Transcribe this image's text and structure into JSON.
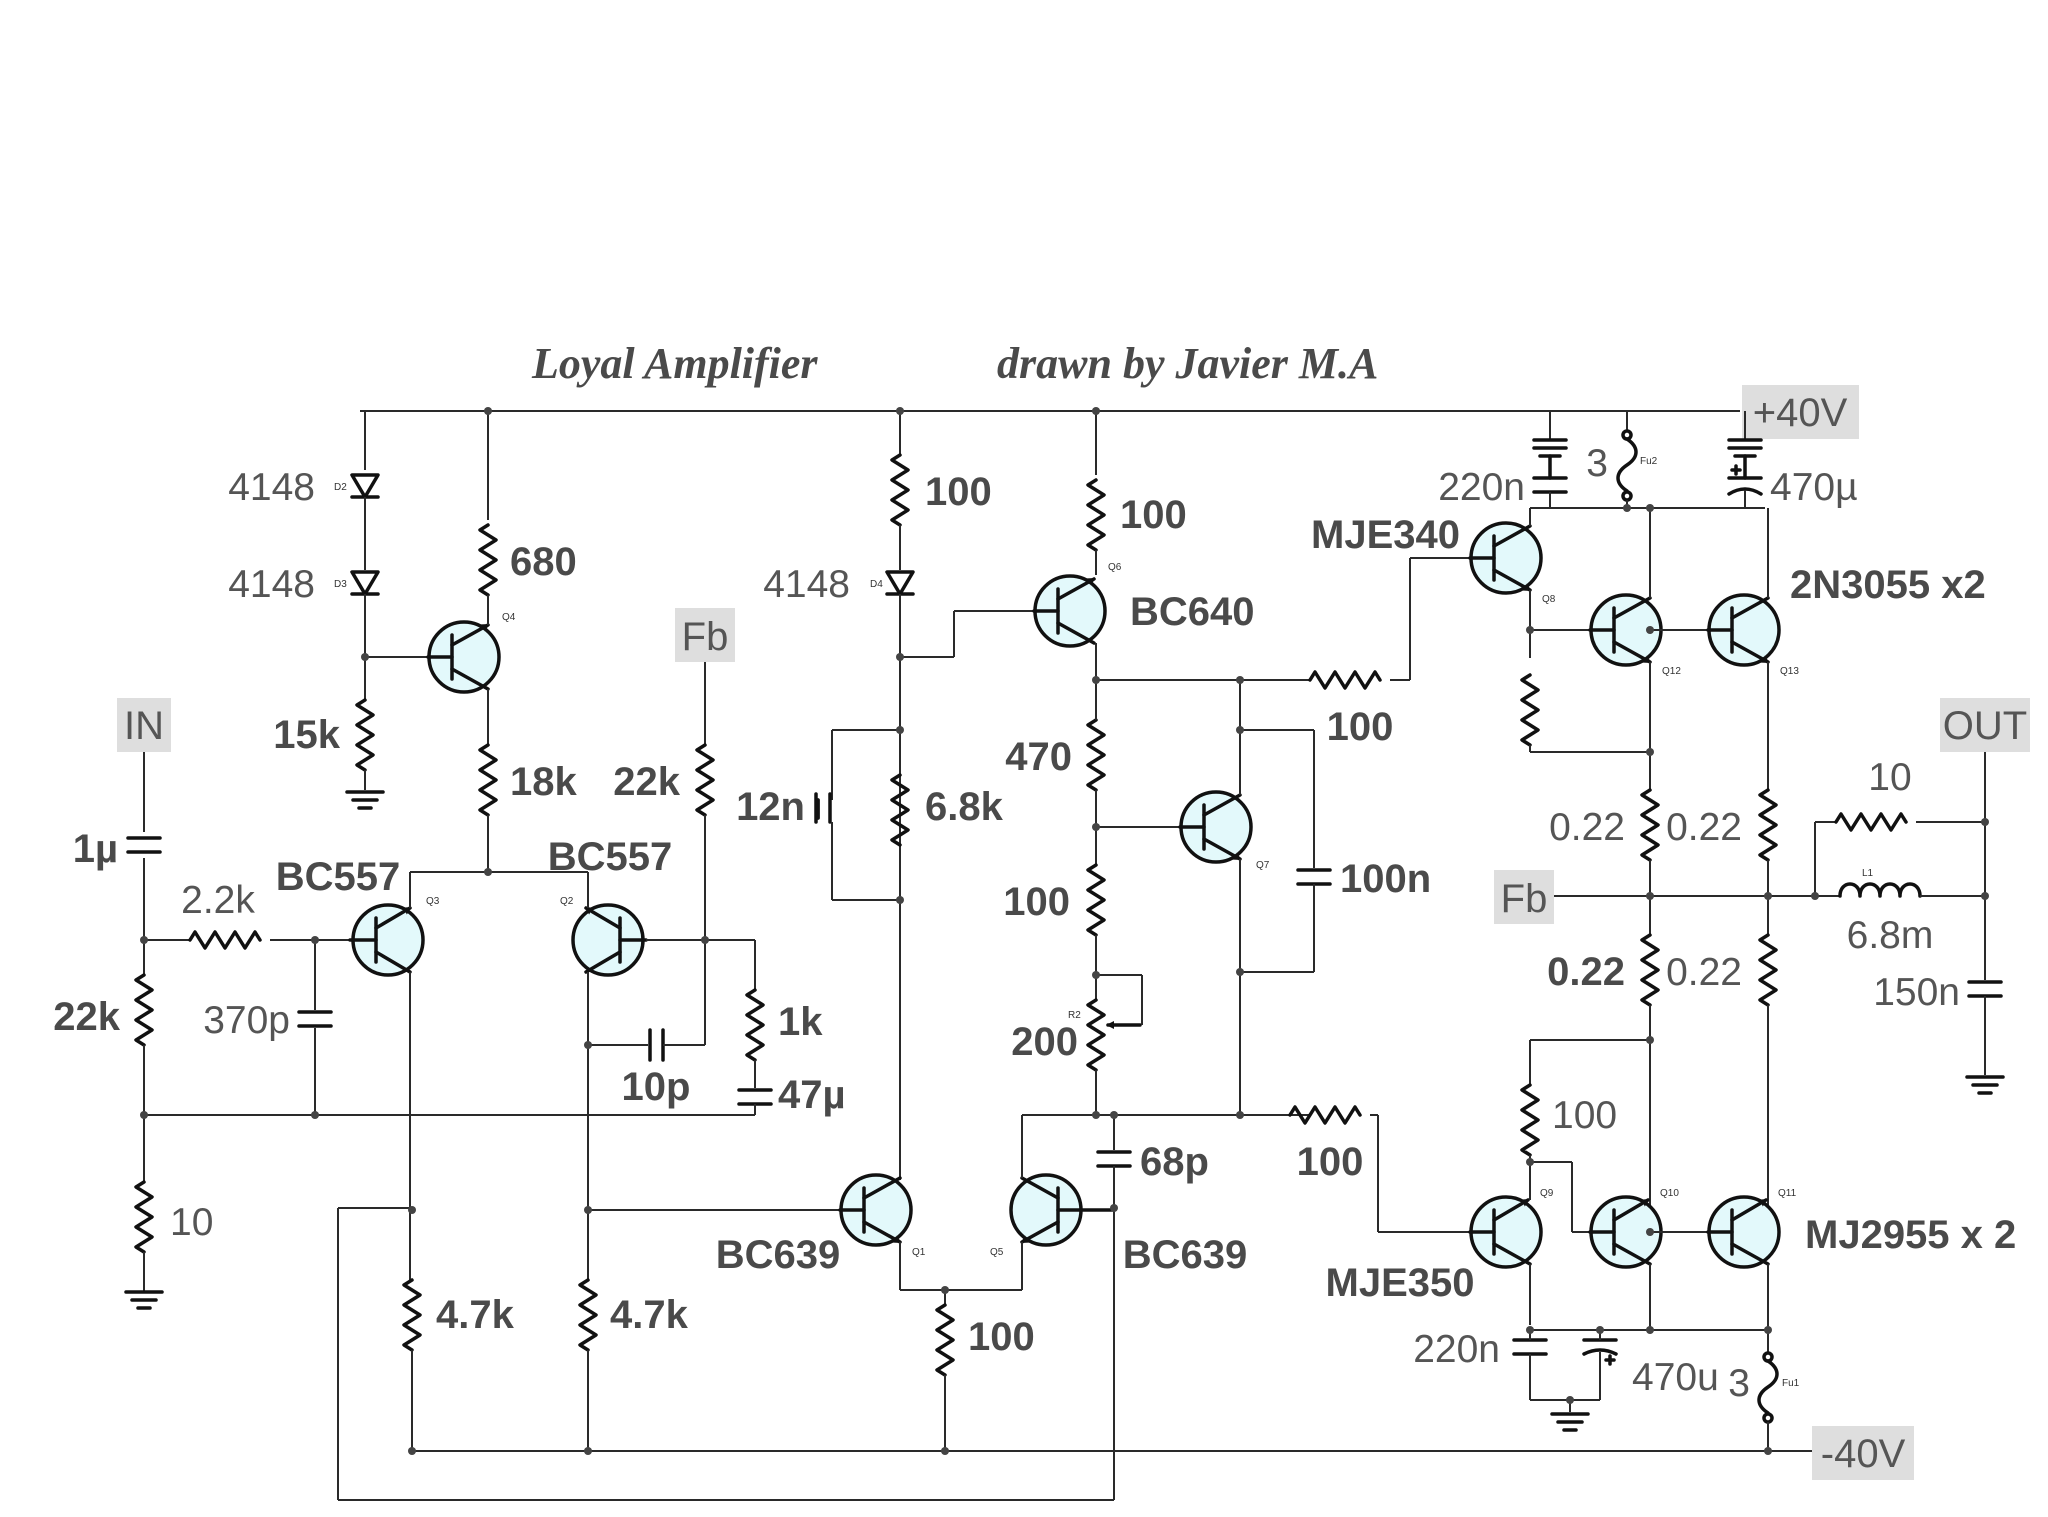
{
  "title": "Loyal Amplifier",
  "author": "drawn by Javier M.A",
  "ports": {
    "vplus": "+40V",
    "vminus": "-40V",
    "input": "IN",
    "output": "OUT",
    "fb_left": "Fb",
    "fb_right": "Fb"
  },
  "transistors": {
    "q1": {
      "ref": "Q1",
      "part": "BC639"
    },
    "q2": {
      "ref": "Q2",
      "part": "BC557"
    },
    "q3": {
      "ref": "Q3",
      "part": "BC557"
    },
    "q4": {
      "ref": "Q4"
    },
    "q5": {
      "ref": "Q5",
      "part": "BC639"
    },
    "q6": {
      "ref": "Q6",
      "part": "BC640"
    },
    "q7": {
      "ref": "Q7"
    },
    "q8": {
      "ref": "Q8",
      "part": "MJE340"
    },
    "q9": {
      "ref": "Q9",
      "part": "MJE350"
    },
    "q10": {
      "ref": "Q10"
    },
    "q11": {
      "ref": "Q11"
    },
    "q12": {
      "ref": "Q12"
    },
    "q13": {
      "ref": "Q13"
    },
    "npn_outputs": "2N3055 x2",
    "pnp_outputs": "MJ2955 x 2"
  },
  "diodes": {
    "d2": {
      "ref": "D2",
      "part": "4148"
    },
    "d3": {
      "ref": "D3",
      "part": "4148"
    },
    "d4": {
      "ref": "D4",
      "part": "4148"
    }
  },
  "resistors": {
    "r_22k_in": "22k",
    "r_10_gnd": "10",
    "r_2k2": "2.2k",
    "r_15k": "15k",
    "r_680": "680",
    "r_18k": "18k",
    "r_22k_fb": "22k",
    "r_1k": "1k",
    "r_4k7_a": "4.7k",
    "r_4k7_b": "4.7k",
    "r_100_top": "100",
    "r_6k8": "6.8k",
    "r_100_q6": "100",
    "r_470": "470",
    "r_100_mid": "100",
    "r_200": "200",
    "r_200_ref": "R2",
    "r_100_tail": "100",
    "r_100_q8": "100",
    "r_100_q9": "100",
    "r_100_q9be": "100",
    "r_022_a": "0.22",
    "r_022_b": "0.22",
    "r_022_c": "0.22",
    "r_022_d": "0.22",
    "r_10_zobel": "10"
  },
  "capacitors": {
    "c_1u": "1µ",
    "c_370p": "370p",
    "c_10p": "10p",
    "c_47u": "47µ",
    "c_12n": "12n",
    "c_100n": "100n",
    "c_68p": "68p",
    "c_220n_top": "220n",
    "c_470u_top": "470µ",
    "c_220n_bot": "220n",
    "c_470u_bot": "470u",
    "c_150n": "150n"
  },
  "inductor": {
    "ref": "L1",
    "value": "6.8m"
  },
  "fuses": {
    "fu1": {
      "ref": "Fu1",
      "value": "3"
    },
    "fu2": {
      "ref": "Fu2",
      "value": "3"
    }
  }
}
